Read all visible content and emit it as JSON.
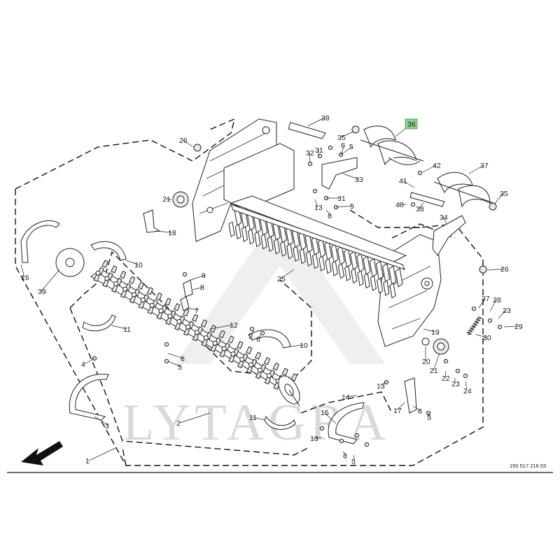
{
  "diagram": {
    "watermark": "LYTAGRA",
    "drawing_number": "150 517 216 03",
    "highlight_color": "#8fd18f",
    "highlighted_part": "36",
    "callouts": [
      "1",
      "2",
      "3",
      "4",
      "5",
      "6",
      "7",
      "8",
      "9",
      "10",
      "11",
      "12",
      "13",
      "14",
      "15",
      "16",
      "17",
      "18",
      "19",
      "20",
      "21",
      "22",
      "23",
      "24",
      "25",
      "26",
      "27",
      "28",
      "29",
      "30",
      "31",
      "32",
      "33",
      "34",
      "35",
      "36",
      "37",
      "38",
      "39",
      "40",
      "41",
      "42"
    ]
  }
}
